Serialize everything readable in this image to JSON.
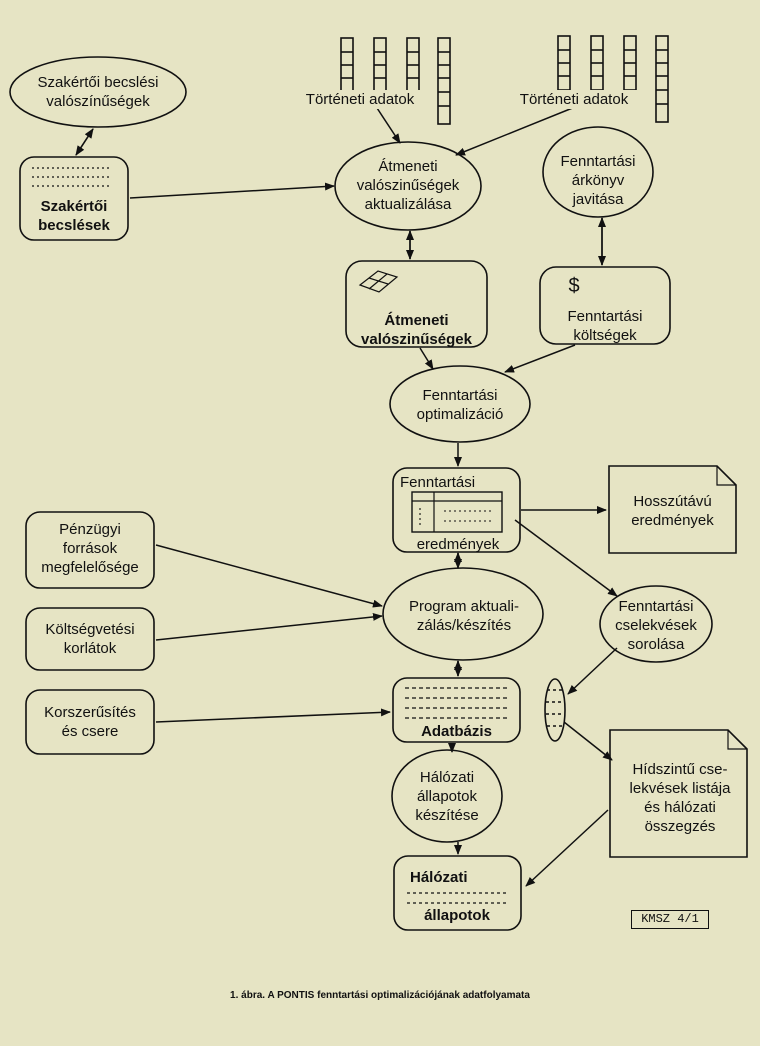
{
  "nodes": {
    "expert_prob": "Szakértői becslési\nvalószínűségek",
    "expert_est": "Szakértői\nbecslések",
    "hist1": "Történeti adatok",
    "hist2": "Történeti adatok",
    "trans_update": "Átmeneti\nvalószinűségek\naktualizálása",
    "trans_prob": "Átmeneti\nvalószinűségek",
    "price_book": "Fenntartási\nárkönyv\njavitása",
    "maint_cost": "Fenntartási\nköltségek",
    "dollar": "$",
    "maint_opt": "Fenntartási\noptimalizáció",
    "maint_res_top": "Fenntartási",
    "maint_res_bottom": "eredmények",
    "long_term": "Hosszútávú\neredmények",
    "funding": "Pénzügyi\nforrások\nmegfelelősége",
    "budget": "Költségvetési\nkorlátok",
    "program": "Program aktuali-\nzálás/készítés",
    "action_rank": "Fenntartási\ncselekvések\nsorolása",
    "upgrade": "Korszerűsítés\nés csere",
    "database": "Adatbázis",
    "network_make": "Hálózati\nállapotok\nkészítése",
    "bridge_list": "Hídszintű cse-\nlekvések listája\nés hálózati\nösszegzés",
    "network_top": "Hálózati",
    "network_bottom": "állapotok"
  },
  "code_label": "KMSZ 4/1",
  "caption": "1. ábra. A PONTIS fenntartási optimalizációjának adatfolyamata"
}
